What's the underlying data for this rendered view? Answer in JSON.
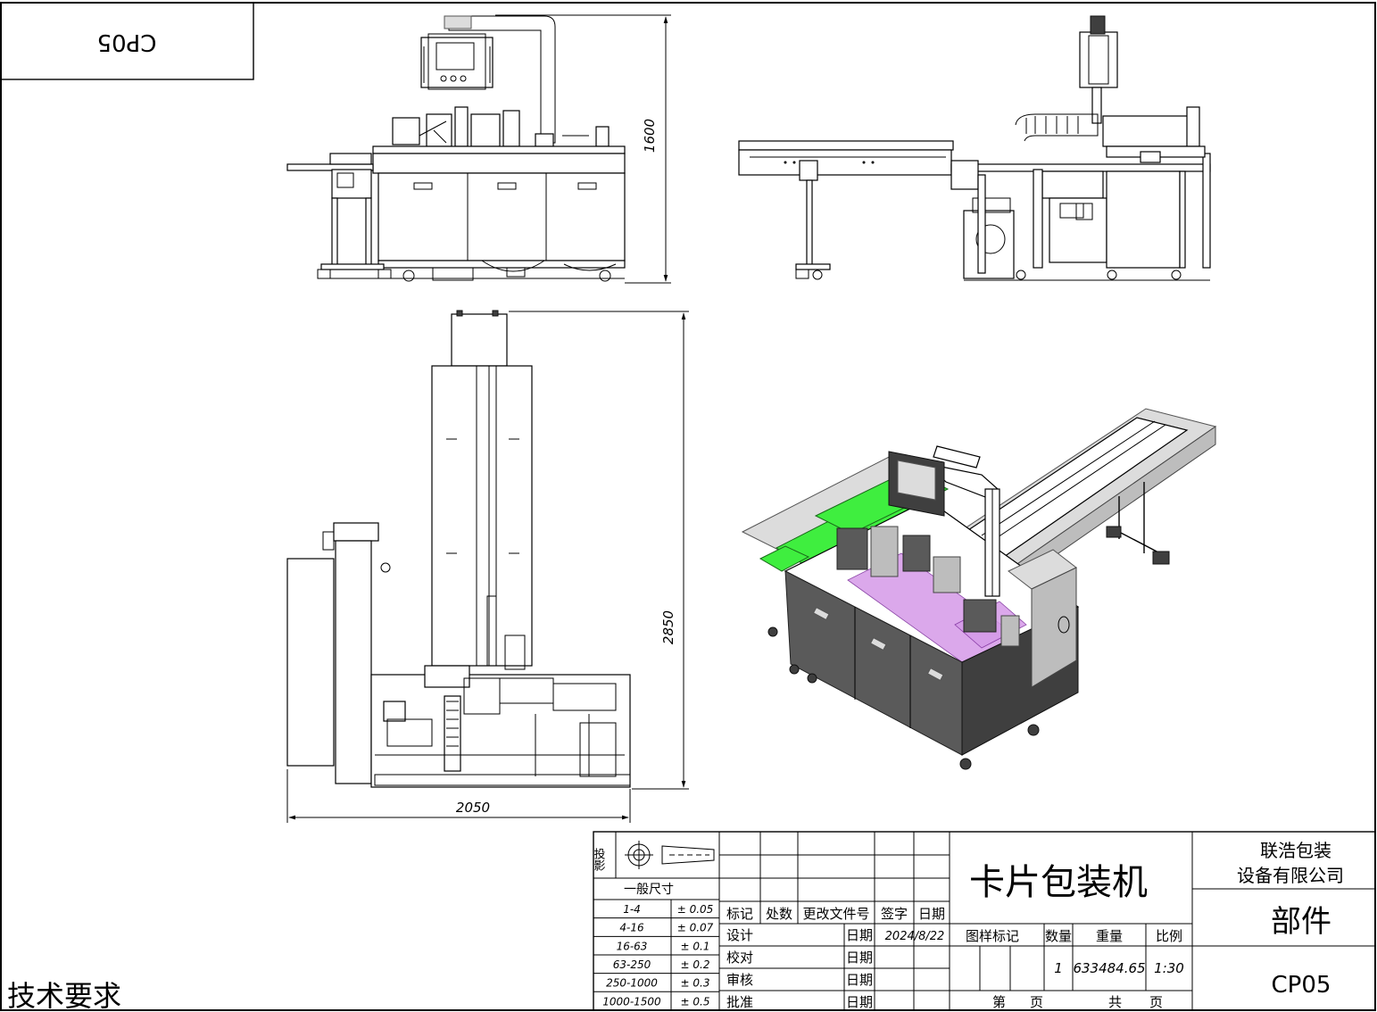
{
  "corner_label": "CP05",
  "dimensions": {
    "height_1": "1600",
    "height_2": "2850",
    "width": "2050"
  },
  "technical_requirements": "技术要求",
  "title_block": {
    "projection_label": "投影",
    "general_dimension_label": "一般尺寸",
    "tolerances": [
      {
        "range": "1-4",
        "tol": "± 0.05"
      },
      {
        "range": "4-16",
        "tol": "± 0.07"
      },
      {
        "range": "16-63",
        "tol": "± 0.1"
      },
      {
        "range": "63-250",
        "tol": "± 0.2"
      },
      {
        "range": "250-1000",
        "tol": "± 0.3"
      },
      {
        "range": "1000-1500",
        "tol": "± 0.5"
      }
    ],
    "revision_headers": [
      "标记",
      "处数",
      "更改文件号",
      "签字",
      "日期"
    ],
    "roles": [
      "设计",
      "校对",
      "审核",
      "批准"
    ],
    "date_label": "日期",
    "design_date": "2024/8/22",
    "product_name": "卡片包装机",
    "company": "联浩包装\n设备有限公司",
    "company_line1": "联浩包装",
    "company_line2": "设备有限公司",
    "type": "部件",
    "drawing_number": "CP05",
    "attr_headers": [
      "图样标记",
      "数量",
      "重量",
      "比例"
    ],
    "quantity": "1",
    "weight": "633484.65",
    "scale": "1:30",
    "page_label": "第",
    "page_unit": "页",
    "total_label": "共",
    "total_unit": "页"
  }
}
